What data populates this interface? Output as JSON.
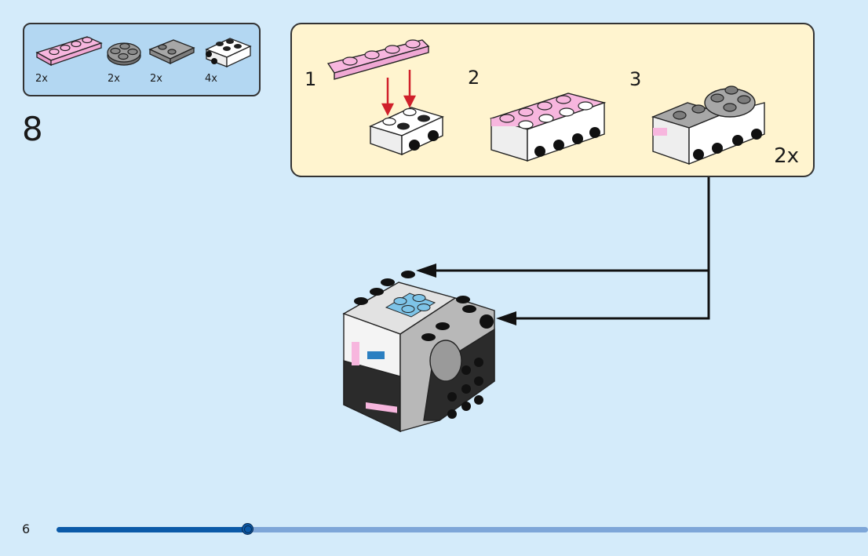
{
  "parts_list": {
    "items": [
      {
        "name": "pink-plate-1x4",
        "quantity": "2x",
        "color": "#f7b6de"
      },
      {
        "name": "gray-round-plate-2x2",
        "quantity": "2x",
        "color": "#8e8e8e"
      },
      {
        "name": "gray-plate-2x2-rounded",
        "quantity": "2x",
        "color": "#9a9a9a"
      },
      {
        "name": "white-brick-1x2-studs-on-side",
        "quantity": "4x",
        "color": "#ffffff"
      }
    ]
  },
  "step": {
    "number": "8"
  },
  "sub_assembly": {
    "steps": [
      {
        "label": "1"
      },
      {
        "label": "2"
      },
      {
        "label": "3"
      }
    ],
    "multiplier": "2x"
  },
  "footer": {
    "page_number": "6",
    "progress_fraction": 0.236
  },
  "colors": {
    "background": "#d4ebfa",
    "parts_box": "#b3d7f2",
    "sub_box": "#fff4cf",
    "pink": "#f7b6de",
    "arrow_red": "#d0202a",
    "progress_fill": "#0b5aa8",
    "progress_track": "#7ea6d8"
  }
}
